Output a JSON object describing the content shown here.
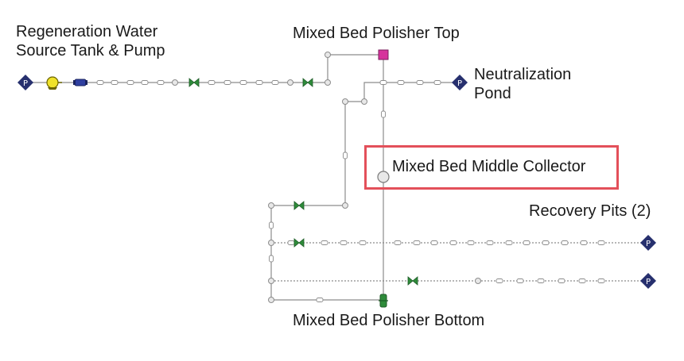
{
  "labels": {
    "source_line1": "Regeneration Water",
    "source_line2": "Source Tank & Pump",
    "polisher_top": "Mixed Bed Polisher Top",
    "neutralization_line1": "Neutralization",
    "neutralization_line2": "Pond",
    "middle_collector": "Mixed Bed Middle Collector",
    "recovery_pits": "Recovery Pits (2)",
    "polisher_bottom": "Mixed Bed Polisher Bottom"
  },
  "node_symbol": "P",
  "colors": {
    "pipe": "#8c8c8c",
    "pressure_node": "#27306e",
    "pump": "#f0e22a",
    "valve": "#2e8b3a",
    "top_node": "#d6339c",
    "highlight": "#e3505a"
  }
}
